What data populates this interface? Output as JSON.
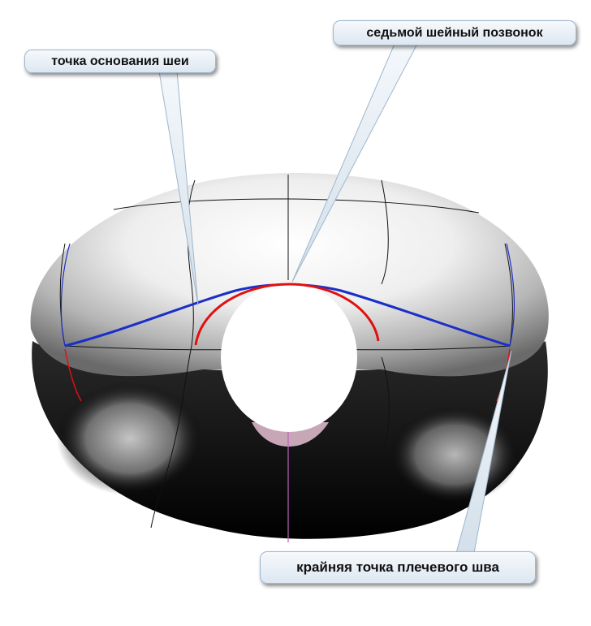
{
  "labels": {
    "neck_base_point": "точка основания шеи",
    "seventh_vertebra": "седьмой шейный позвонок",
    "shoulder_seam_point": "крайняя точка плечевого шва"
  },
  "colors": {
    "background": "#ffffff",
    "shoulder_line": "#1a2fc8",
    "neckline": "#e01010",
    "callout_fill": "#e8eff6",
    "callout_border": "#9fb6cc",
    "grid_lines": "#111111",
    "center_line": "#c060c0"
  }
}
